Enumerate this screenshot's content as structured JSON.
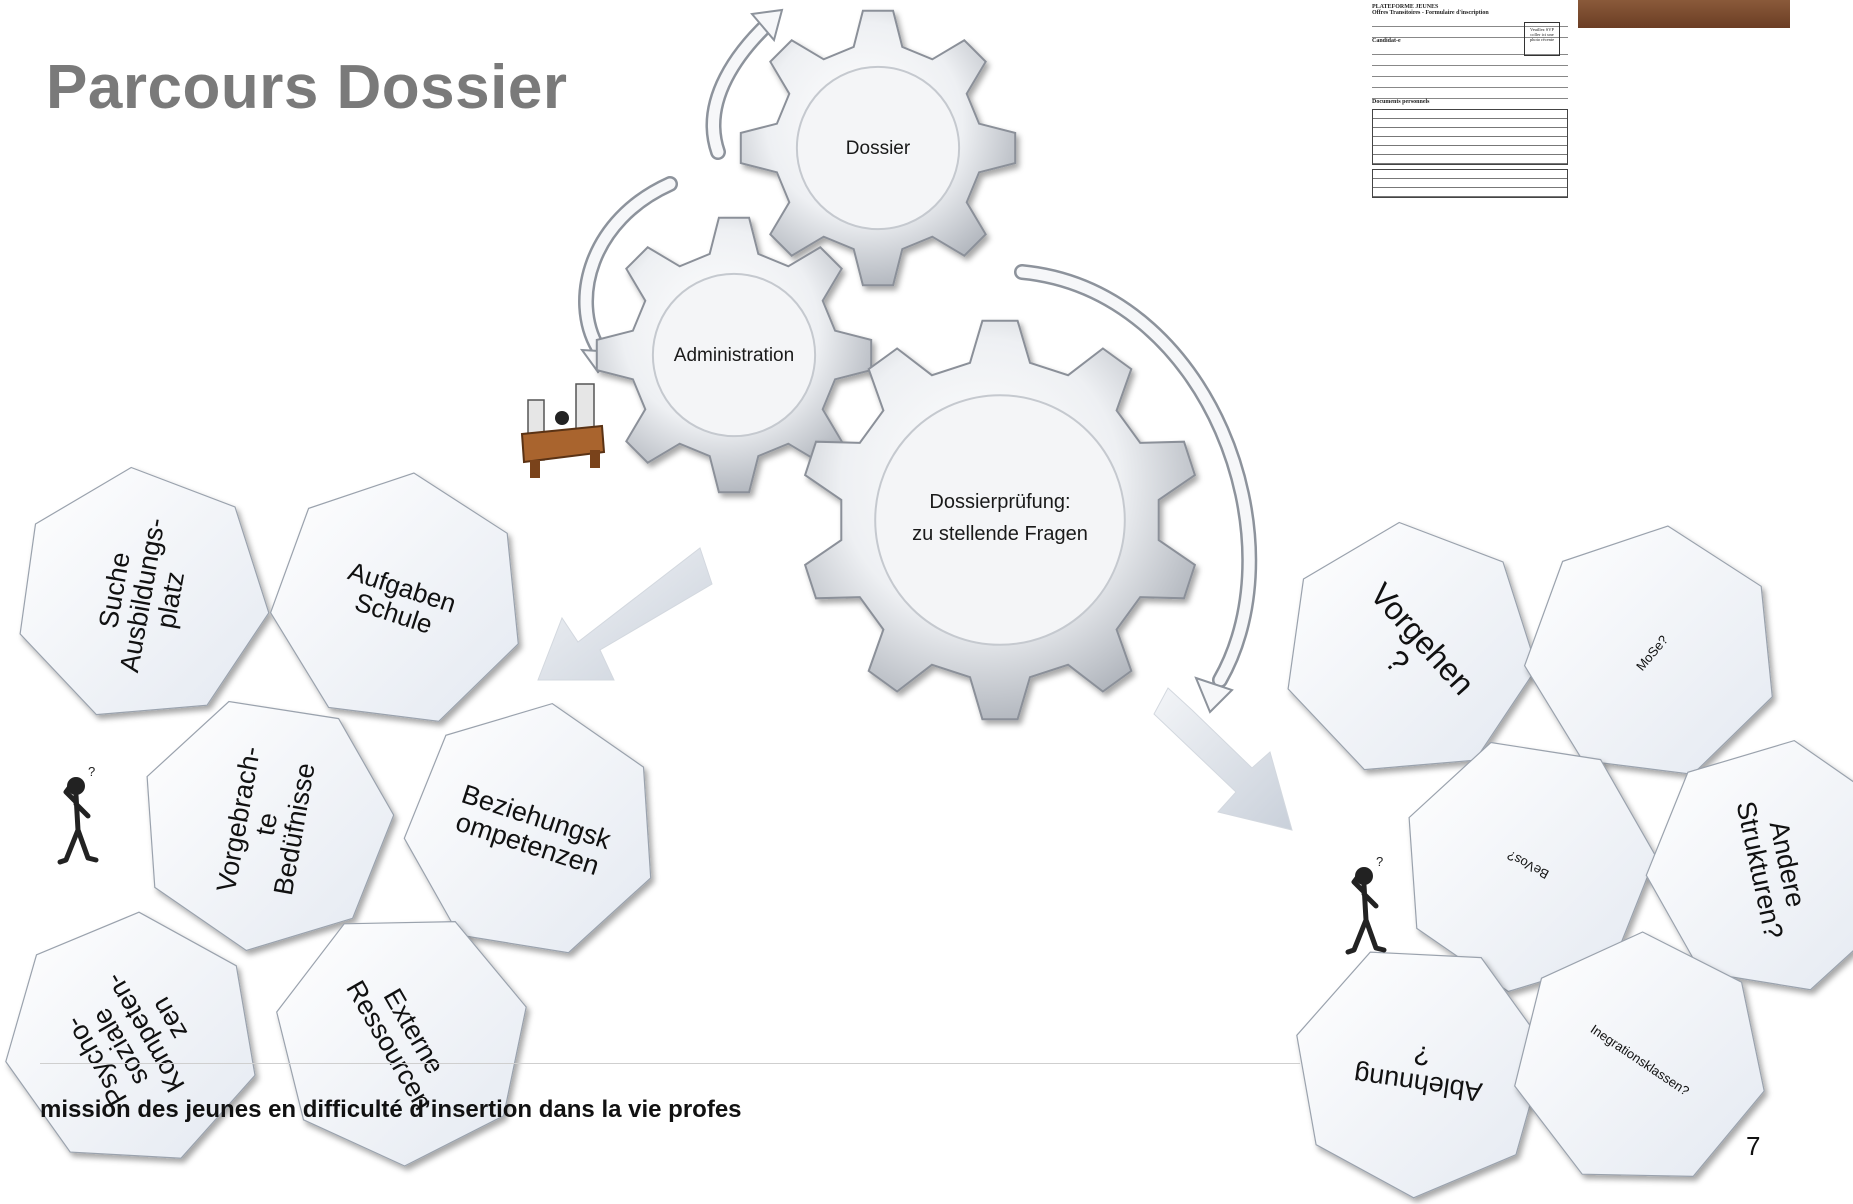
{
  "title": "Parcours Dossier",
  "footer_text": "mission des jeunes en difficulté d’insertion dans la vie profes",
  "page_number": "7",
  "gears": [
    {
      "label": "Dossier"
    },
    {
      "label": "Administration"
    },
    {
      "label": "Dossierprüfung:",
      "label2": "zu stellende Fragen"
    }
  ],
  "left_hexagons": [
    {
      "lines": [
        "Suche",
        "Ausbildungs-",
        "platz"
      ]
    },
    {
      "lines": [
        "Aufgaben",
        "Schule"
      ]
    },
    {
      "lines": [
        "Vorgebrach-",
        "te",
        "Bedüfnisse"
      ]
    },
    {
      "lines": [
        "Beziehungsk",
        "ompetenzen"
      ]
    },
    {
      "lines": [
        "Psycho-",
        "soziale",
        "Kompeten-",
        "zen"
      ]
    },
    {
      "lines": [
        "Externe",
        "Ressourcen"
      ]
    }
  ],
  "right_hexagons": [
    {
      "lines": [
        "Vorgehen",
        "?"
      ]
    },
    {
      "lines": [
        "MoSe?"
      ]
    },
    {
      "lines": [
        "BeVos?"
      ]
    },
    {
      "lines": [
        "Andere",
        "Strukturen?"
      ]
    },
    {
      "lines": [
        "Ablehnung",
        "?"
      ]
    },
    {
      "lines": [
        "Inegrationsklassen?"
      ]
    }
  ],
  "form": {
    "header": "PLATEFORME JEUNES",
    "subtitle": "Offres Transitoires - Formulaire d'inscription",
    "section1": "Candidat-e",
    "section2": "Documents personnels",
    "photo_label": "Veuillez SVP coller ici une photo récente"
  }
}
